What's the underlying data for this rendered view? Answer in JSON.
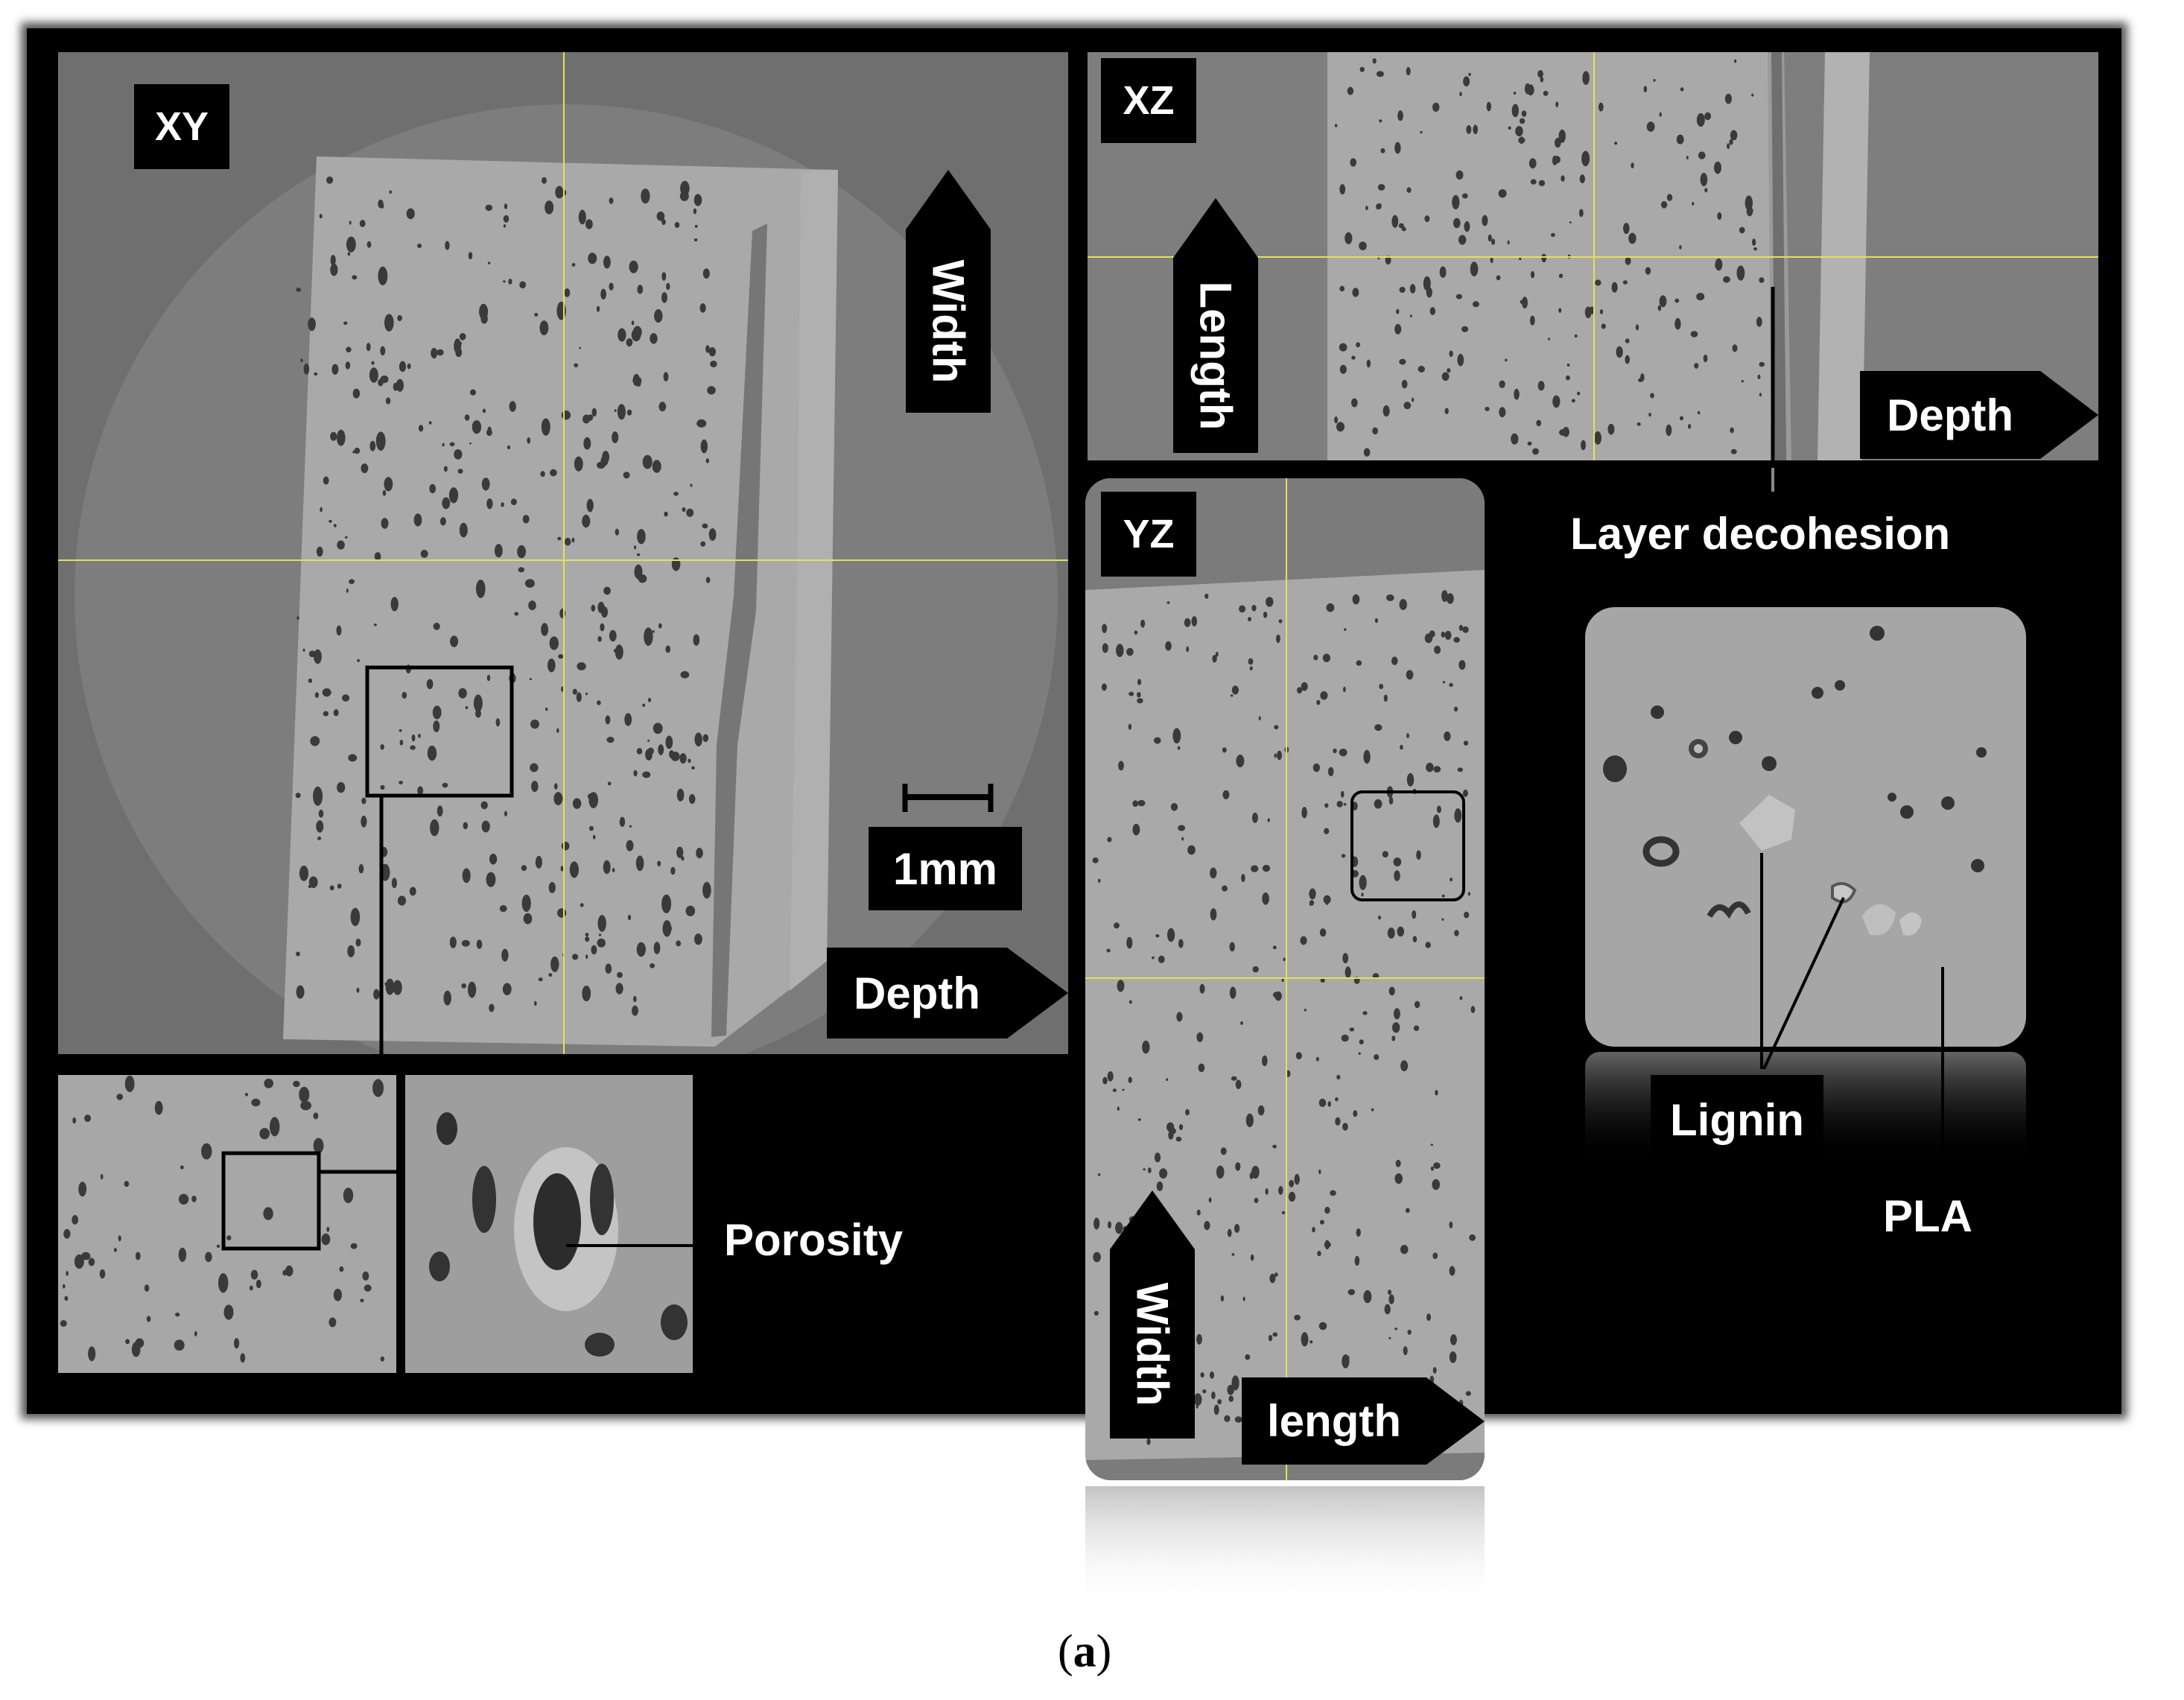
{
  "views": {
    "xy": "XY",
    "xz": "XZ",
    "yz": "YZ"
  },
  "axes": {
    "xy_width": "Width",
    "xy_depth": "Depth",
    "xz_length": "Length",
    "xz_depth": "Depth",
    "yz_width": "Width",
    "yz_length": "length"
  },
  "scale_bar": "1mm",
  "annotations": {
    "porosity": "Porosity",
    "layer_decohesion": "Layer decohesion",
    "lignin": "Lignin",
    "pla": "PLA"
  },
  "caption": {
    "letter": "a",
    "open": "(",
    "close": ")"
  },
  "colors": {
    "frame": "#000000",
    "background_field": "#7b7b7b",
    "specimen": "#a9a9a9",
    "crosshair": "#e5e05a",
    "pore": "#3a3a3a"
  }
}
